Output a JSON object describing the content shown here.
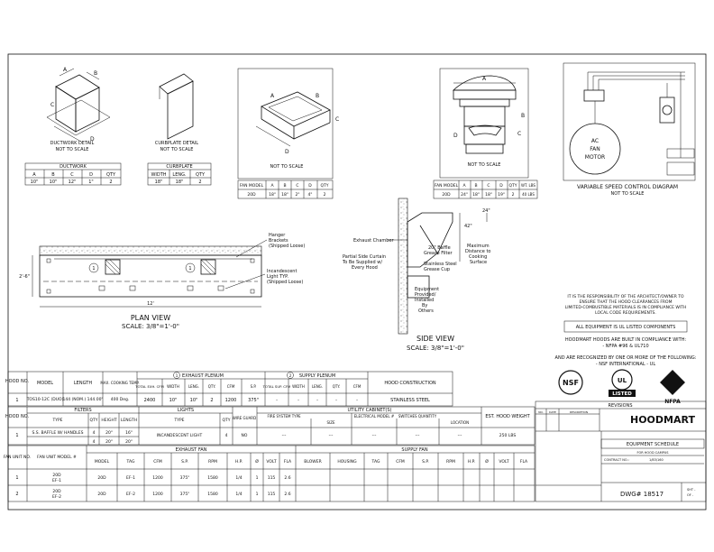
{
  "details": {
    "ductwork": {
      "title": "DUCTWORK DETAIL",
      "scale": "NOT TO SCALE",
      "table_title": "DUCTWORK",
      "headers": [
        "A",
        "B",
        "C",
        "D",
        "QTY"
      ],
      "row": [
        "10\"",
        "10\"",
        "12\"",
        "1\"",
        "2"
      ]
    },
    "curbplate": {
      "title": "CURBPLATE DETAIL",
      "scale": "NOT TO SCALE",
      "table_title": "CURBPLATE",
      "headers": [
        "WIDTH",
        "LENG.",
        "QTY"
      ],
      "row": [
        "18\"",
        "18\"",
        "2"
      ]
    },
    "curb": {
      "scale": "NOT TO SCALE",
      "headers": [
        "FAN MODEL",
        "A",
        "B",
        "C",
        "D",
        "QTY"
      ],
      "row": [
        "20D",
        "18\"",
        "18\"",
        "2\"",
        "4\"",
        "2"
      ]
    },
    "fan": {
      "scale": "NOT TO SCALE",
      "headers": [
        "FAN MODEL",
        "A",
        "B",
        "C",
        "D",
        "QTY",
        "WT. LBS"
      ],
      "row": [
        "20D",
        "24\"",
        "18\"",
        "18\"",
        "19\"",
        "2",
        "40 LBS"
      ]
    },
    "vsc": {
      "title": "VARIABLE SPEED CONTROL DIAGRAM",
      "scale": "NOT TO SCALE",
      "motor": "AC FAN MOTOR"
    }
  },
  "plan": {
    "title": "PLAN VIEW",
    "scale": "SCALE: 3/8\"=1'-0\"",
    "hanger": "Hanger Brackets (Shipped Loose)",
    "light": "Incandescent Light TYP. (Shipped Loose)",
    "dim_len": "12'",
    "dim_depth": "2'-6\""
  },
  "side": {
    "title": "SIDE VIEW",
    "scale": "SCALE: 3/8\"=1'-0\"",
    "exhaust": "Exhaust Chamber",
    "baffle": "20\" Baffle Grease Filter",
    "cup": "Stainless Steel Grease Cup",
    "curtain": "Partial Side Curtain To Be Supplied w/ Every Hood",
    "equipment": "Equipment Provided/ Installed By Others",
    "max": "Maximum Distance to Cooking Surface",
    "d1": "24\"",
    "d2": "42\""
  },
  "notes": {
    "responsibility": "IT IS THE RESPONSIBILITY OF THE ARCHITECT/OWNER TO ENSURE THAT THE HOOD CLEARANCES FROM LIMITED-COMBUSTIBLE MATERIALS IS IN COMPLIANCE WITH LOCAL CODE REQUIREMENTS.",
    "ul": "ALL EQUIPMENT IS UL LISTED COMPONENTS",
    "compliance": "HOODMART HOODS ARE BUILT IN COMPLIANCE WITH: - NFPA #96 & UL710",
    "recognized": "AND ARE RECOGNIZED BY ONE OR MORE OF THE FOLLOWING: - NSF INTERNATIONAL - UL"
  },
  "logos": {
    "nsf": "NSF",
    "ul": "LISTED",
    "ul_ring": "C UL US",
    "nfpa": "NFPA",
    "brand": "HOODMART"
  },
  "hood_table": {
    "headers": [
      "HOOD NO.",
      "MODEL",
      "LENGTH",
      "MAX. COOKING TEMP.",
      "EXHAUST PLENUM",
      "SUPPLY PLENUM",
      "HOOD CONSTRUCTION"
    ],
    "exhaust_sub": [
      "TOTAL EXH. CFM",
      "WIDTH",
      "LENG.",
      "QTY.",
      "CFM",
      "S.P."
    ],
    "supply_sub": [
      "TOTAL SUP. CFM",
      "WIDTH",
      "LENG.",
      "QTY.",
      "CFM",
      "S.P."
    ],
    "row": [
      "1",
      "TOS10-12C (DUO)",
      "144 (NOM.) 144.00\"",
      "400 Deg.",
      "2400",
      "10\"",
      "10\"",
      "2",
      "1200",
      "375\"",
      "-",
      "-",
      "-",
      "-",
      "-",
      "-",
      "STAINLESS STEEL"
    ]
  },
  "filter_table": {
    "headers": [
      "HOOD NO.",
      "FILTERS",
      "LIGHTS",
      "WIRE GUARD",
      "UTILITY CABINET(S)",
      "EST. HOOD WEIGHT"
    ],
    "filter_sub": [
      "TYPE",
      "QTY",
      "HEIGHT",
      "LENGTH"
    ],
    "light_sub": [
      "TYPE",
      "QTY"
    ],
    "util_sub": [
      "FIRE SYSTEM TYPE",
      "SIZE",
      "ELECTRICAL MODEL #",
      "SWITCHES QUANTITY",
      "LOCATION"
    ],
    "row": [
      "1",
      "S.S. BAFFLE W/ HANDLES",
      "4",
      "20\"",
      "16\"",
      "INCANDESCENT LIGHT",
      "4",
      "NO",
      "---",
      "---",
      "---",
      "---",
      "---",
      "250 LBS"
    ],
    "row2": [
      "",
      "",
      "4",
      "20\"",
      "20\""
    ]
  },
  "fan_table": {
    "headers": [
      "FAN UNIT NO.",
      "FAN UNIT MODEL #",
      "EXHAUST FAN",
      "SUPPLY FAN"
    ],
    "ex_sub": [
      "MODEL",
      "TAG",
      "CFM",
      "S.P.",
      "RPM",
      "H.P.",
      "Ø",
      "VOLT",
      "FLA"
    ],
    "sup_sub": [
      "BLOWER",
      "HOUSING",
      "TAG",
      "CFM",
      "S.P.",
      "RPM",
      "H.P.",
      "Ø",
      "VOLT",
      "FLA"
    ],
    "rows": [
      [
        "1",
        "20D EF-1",
        "20D",
        "EF-1",
        "1200",
        "375\"",
        "1580",
        "1/4",
        "1",
        "115",
        "2.6"
      ],
      [
        "2",
        "20D EF-2",
        "20D",
        "EF-2",
        "1200",
        "375\"",
        "1580",
        "1/4",
        "1",
        "115",
        "2.6"
      ]
    ]
  },
  "title_block": {
    "revisions": "REVISIONS",
    "rev_headers": [
      "NO.",
      "DATE",
      "DESCRIPTION"
    ],
    "sheet_title": "EQUIPMENT SCHEDULE",
    "address": "FOR HOOD CAMPUS",
    "contract": "CONTRACT NO.:",
    "job": "1/83/160",
    "dwg": "DWG# 18517",
    "sheet": "SHT -",
    "of": "OF -"
  }
}
